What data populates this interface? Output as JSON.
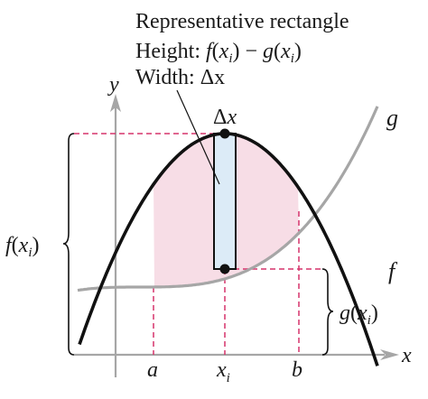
{
  "caption": {
    "line1": "Representative rectangle",
    "line2_prefix": "Height: ",
    "line2_formula": "f(xi) − g(xi)",
    "line3": "Width: Δx"
  },
  "labels": {
    "y_axis": "y",
    "x_axis": "x",
    "g": "g",
    "f": "f",
    "delta_x": "Δx",
    "f_xi": "f(xi)",
    "g_xi": "g(xi)",
    "a": "a",
    "xi": "xi",
    "b": "b"
  },
  "colors": {
    "f_curve": "#111111",
    "g_curve": "#a6a6a6",
    "region": "#f7dde6",
    "rectangle": "#dcebf7",
    "dashes": "#d6336c",
    "axes": "#a6a6a6"
  }
}
